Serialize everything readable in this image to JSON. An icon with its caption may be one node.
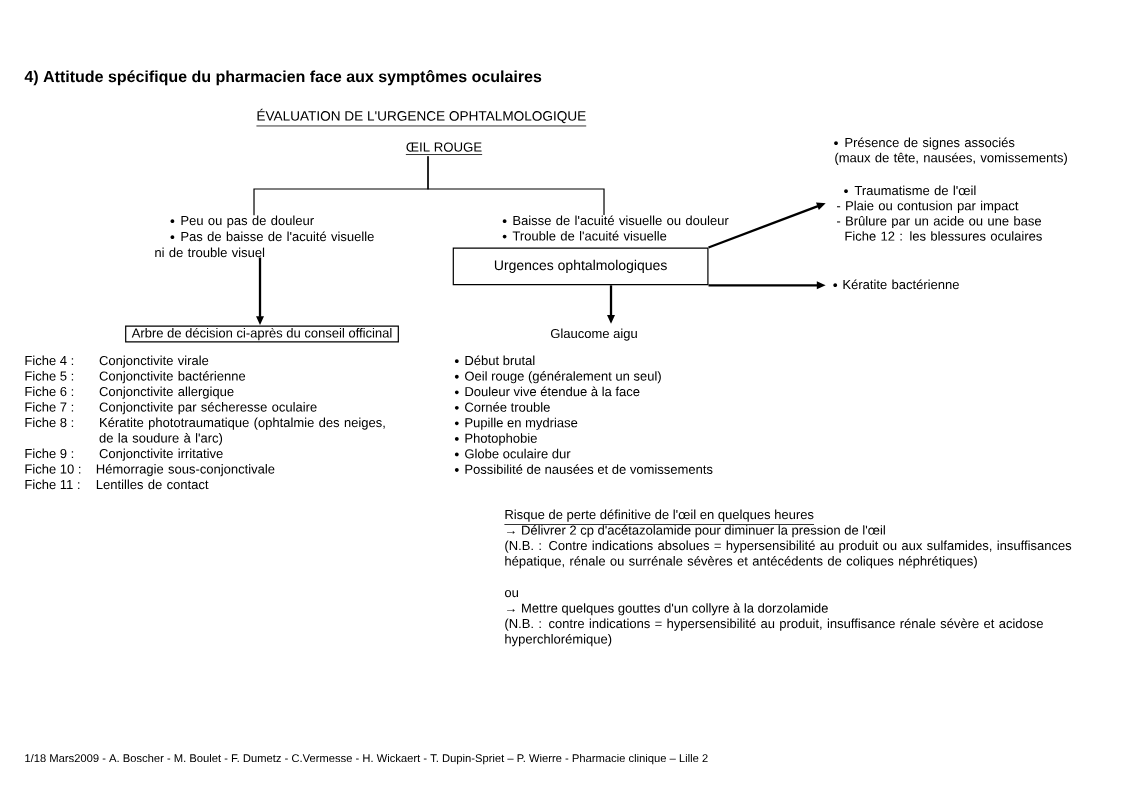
{
  "diagram": {
    "title": "4) Attitude spécifique du pharmacien face aux symptômes oculaires",
    "nodes": [
      {
        "text": [
          "ŒIL ROUGE"
        ]
      },
      {
        "text": [
          "Présence de signes associés (maux de tête, nausées, vomissements)",
          "Traumatisme de l'œil",
          "- Plaie ou contusion par impact",
          "- Brûlure par un acide ou une base",
          "Fiche 12 : les blessures oculaires"
        ]
      },
      {
        "text": [
          "Peu ou pas de douleur",
          "Pas de baisse de l'acuité visuelle ni de trouble visuel"
        ]
      },
      {
        "text": [
          "Baisse de l'acuité visuelle ou douleur",
          "Trouble de l'acuité visuelle"
        ]
      },
      {
        "text": [
          "Urgences ophtalmologiques"
        ]
      },
      {
        "text": [
          "Kératite bactérienne"
        ]
      },
      {
        "text": [
          "Arbre de décision ci-après du conseil officinal"
        ]
      },
      {
        "text": [
          "Glaucome aigu"
        ]
      }
    ],
    "edges": [
      {
        "from": 0,
        "to": 2,
        "arrow": "none"
      },
      {
        "from": 0,
        "to": 3,
        "arrow": "none"
      },
      {
        "from": 2,
        "to": 6,
        "arrow": "to"
      },
      {
        "from": 4,
        "to": 1,
        "arrow": "to"
      },
      {
        "from": 4,
        "to": 5,
        "arrow": "to"
      },
      {
        "from": 4,
        "to": 7,
        "arrow": "to"
      }
    ],
    "labels": [
      "ÉVALUATION DE L'URGENCE OPHTALMOLOGIQUE",
      "Fiche 4 :",
      "Conjonctivite virale",
      "Fiche 5 :",
      "Conjonctivite bactérienne",
      "Fiche 6 :",
      "Conjonctivite allergique",
      "Fiche 7 :",
      "Conjonctivite par sécheresse oculaire",
      "Fiche 8 :",
      "Kératite phototraumatique (ophtalmie des neiges, de la soudure à l'arc)",
      "Fiche 9 :",
      "Conjonctivite irritative",
      "Fiche 10 :",
      "Hémorragie sous-conjonctivale",
      "Fiche 11 :",
      "Lentilles de contact",
      "Début brutal",
      "Oeil rouge (généralement un seul)",
      "Douleur vive étendue à la face",
      "Cornée trouble",
      "Pupille en mydriase",
      "Photophobie",
      "Globe oculaire dur",
      "Possibilité de nausées et de vomissements",
      "Risque de perte définitive de l'œil en quelques heures",
      "→ Délivrer 2 cp d'acétazolamide pour diminuer la pression de l'œil",
      "(N.B. : Contre indications absolues = hypersensibilité au produit ou aux sulfamides, insuffisances hépatique, rénale ou surrénale sévères et antécédents de coliques néphrétiques)",
      "ou",
      "→ Mettre quelques gouttes d'un collyre à la dorzolamide",
      "(N.B. : contre indications = hypersensibilité au produit, insuffisance rénale sévère et acidose hyperchlorémique)",
      "1/18 Mars2009 - A. Boscher - M. Boulet - F. Dumetz - C.Vermesse - H. Wickaert - T. Dupin-Spriet – P. Wierre - Pharmacie clinique – Lille 2"
    ]
  }
}
